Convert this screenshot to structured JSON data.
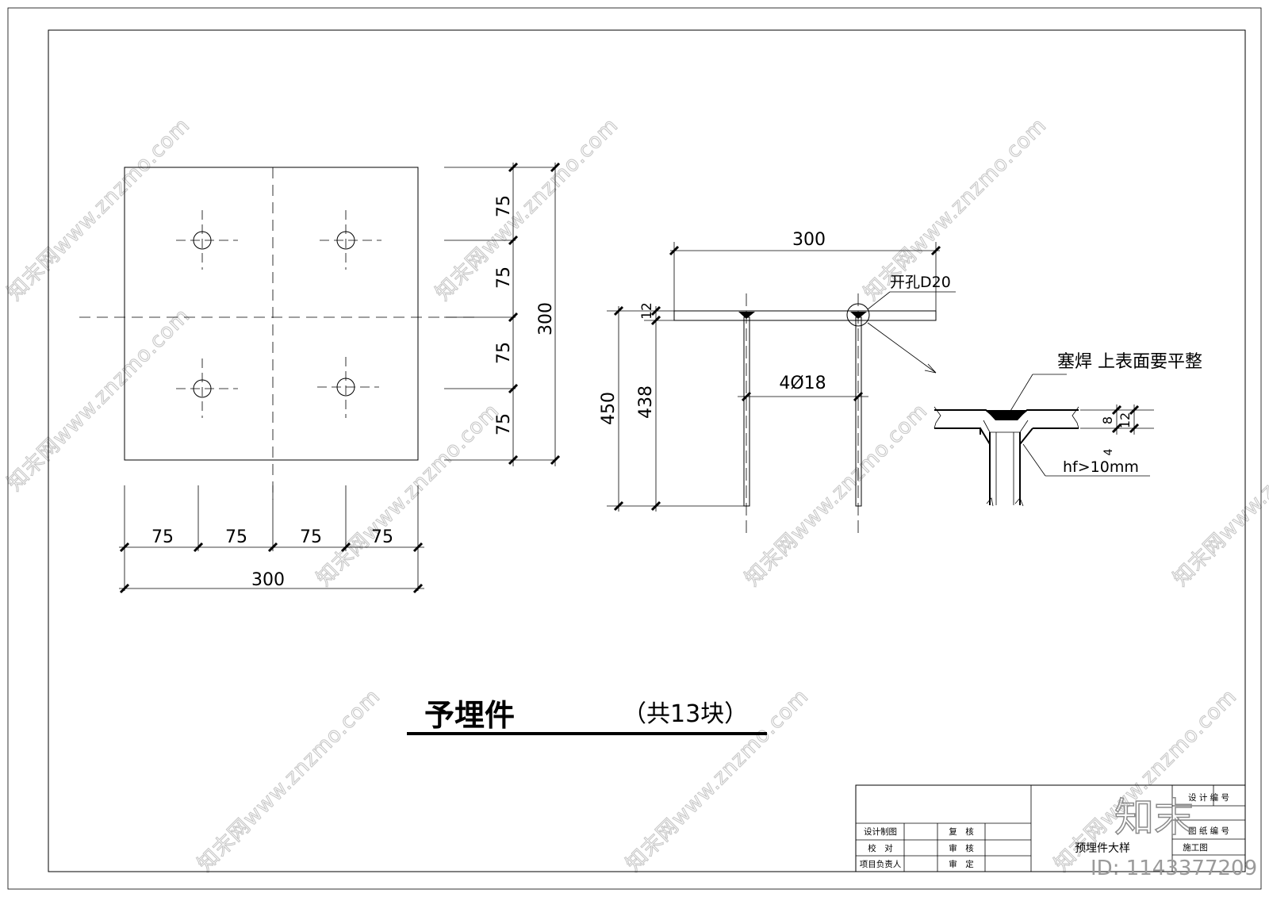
{
  "plan_view": {
    "dims_vertical": [
      "75",
      "75",
      "75",
      "75"
    ],
    "dim_vertical_total": "300",
    "dims_horizontal": [
      "75",
      "75",
      "75",
      "75"
    ],
    "dim_horizontal_total": "300"
  },
  "section_view": {
    "dim_top": "300",
    "hole_label": "开孔D20",
    "dim_plate_thickness": "12",
    "dim_total_height": "450",
    "dim_bar_length": "438",
    "bar_label": "4Ø18"
  },
  "weld_detail": {
    "note": "塞焊  上表面要平整",
    "dim_8": "8",
    "dim_12": "12",
    "dim_4": "4",
    "weld_size": "hf>10mm"
  },
  "title": {
    "main": "予埋件",
    "count": "（共13块）"
  },
  "title_block": {
    "design_drawing": "设计制图",
    "check": "校　对",
    "project_lead": "项目负责人",
    "review1": "复　核",
    "review2": "审　核",
    "approve": "审　定",
    "drawing_name": "预埋件大样",
    "design_no": "设 计 编 号",
    "drawing_no": "图 纸 编 号",
    "stage": "施工图"
  },
  "watermark": {
    "logo_text": "知末",
    "id_text": "ID: 1143377209",
    "site_text": "知末网www.znzmo.com"
  }
}
